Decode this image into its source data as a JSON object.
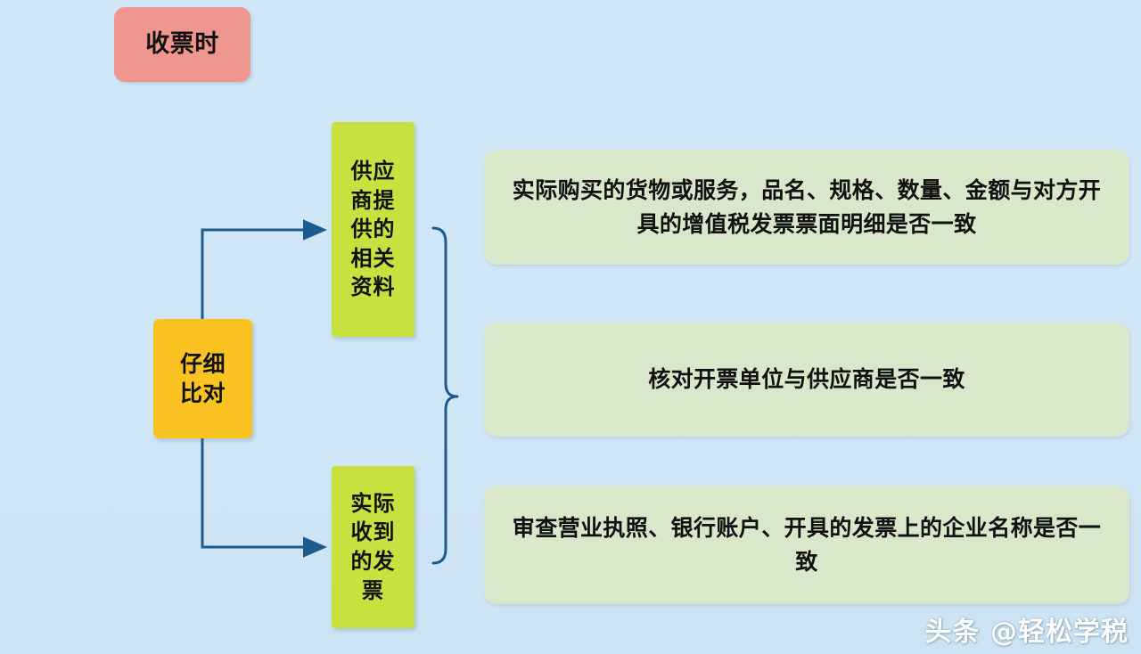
{
  "diagram": {
    "title_node": {
      "label": "收票时",
      "color": "#ef968e"
    },
    "compare_node": {
      "lines": [
        "仔细",
        "比对"
      ],
      "color": "#fac322"
    },
    "branches": [
      {
        "label_lines": [
          "供应",
          "商提",
          "供的",
          "相关",
          "资料"
        ],
        "color": "#c7e23f"
      },
      {
        "label_lines": [
          "实际",
          "收到",
          "的发",
          "票"
        ],
        "color": "#c7e23f"
      }
    ],
    "details": [
      {
        "text": "实际购买的货物或服务，品名、规格、数量、金额与对方开具的增值税发票票面明细是否一致",
        "color": "#d9e8cb"
      },
      {
        "text": "核对开票单位与供应商是否一致",
        "color": "#d9e8cb"
      },
      {
        "text": "审查营业执照、银行账户、开具的发票上的企业名称是否一致",
        "color": "#d9e8cb"
      }
    ],
    "connector_color": "#1d5b8e",
    "background_color": "#cfe6f7"
  },
  "watermark": {
    "text": "头条 @轻松学税"
  }
}
